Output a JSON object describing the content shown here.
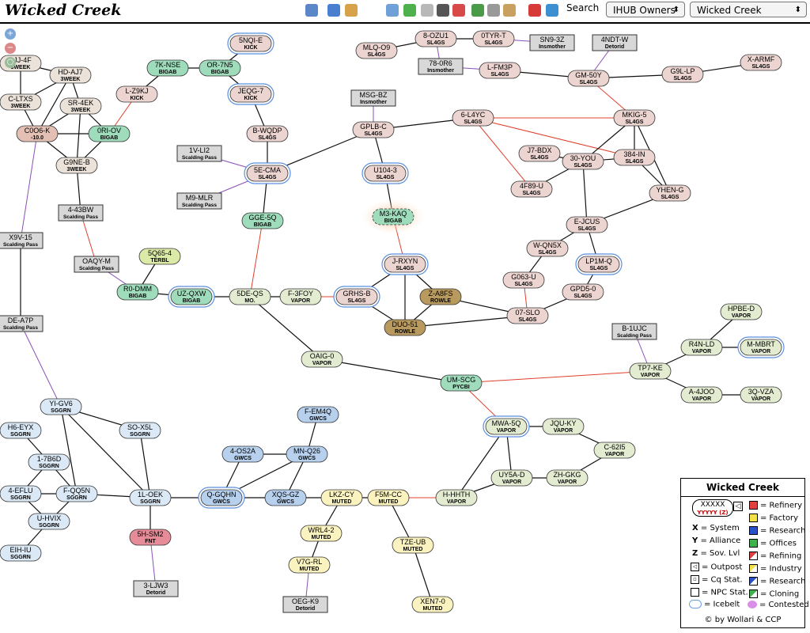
{
  "header": {
    "title": "Wicked Creek",
    "search_label": "Search",
    "owner_select": "IHUB Owners",
    "region_select": "Wicked Creek"
  },
  "toolbar_icons": [
    "map-icon",
    "back-arrow-icon",
    "calendar-icon",
    "grid-icon",
    "globe-icon",
    "globe-gray-icon",
    "globe-dark-icon",
    "location-pin-icon",
    "route-icon",
    "cube-icon",
    "truck-icon",
    "pdf-icon",
    "image-icon"
  ],
  "class_colors": {
    "SL4GS": "#ecd4d1",
    "VAPOR": "#e3ecd1",
    "SGGRN": "#dbe8f6",
    "GWCS": "#b6d0ee",
    "MUTED": "#fbf3bf",
    "BIGAB": "#9fdcbc",
    "WEEK": "#ebe3da",
    "ROWLE": "#b89a5e",
    "TERBL": "#dbeaa6",
    "FNT": "#e58c98",
    "ROUTE": "#e4c0b4",
    "STATION": "#d8d8d8"
  },
  "systems": [
    {
      "id": "3JJ-4F",
      "c": "3WEEK",
      "k": "WEEK"
    },
    {
      "id": "HD-AJ7",
      "c": "3WEEK",
      "k": "WEEK"
    },
    {
      "id": "C-LTXS",
      "c": "3WEEK",
      "k": "WEEK"
    },
    {
      "id": "SR-4EK",
      "c": "3WEEK",
      "k": "WEEK"
    },
    {
      "id": "C0O6-K",
      "c": "-10.0",
      "k": "ROUTE"
    },
    {
      "id": "0RI-OV",
      "c": "BIGAB",
      "k": "BIGAB"
    },
    {
      "id": "G9NE-B",
      "c": "3WEEK",
      "k": "WEEK"
    },
    {
      "id": "7K-NSE",
      "c": "BIGAB",
      "k": "BIGAB"
    },
    {
      "id": "OR-7N5",
      "c": "BIGAB",
      "k": "BIGAB"
    },
    {
      "id": "5NQI-E",
      "c": "KICK",
      "k": "SL4GS",
      "ice": true
    },
    {
      "id": "L-Z9KJ",
      "c": "KICK",
      "k": "SL4GS"
    },
    {
      "id": "JEQG-7",
      "c": "KICK",
      "k": "SL4GS",
      "ice": true
    },
    {
      "id": "B-WQDP",
      "c": "SL4GS",
      "k": "SL4GS"
    },
    {
      "id": "1V-LI2",
      "c": "Scalding Pass",
      "k": "STATION"
    },
    {
      "id": "5E-CMA",
      "c": "SL4GS",
      "k": "SL4GS",
      "ice": true
    },
    {
      "id": "M9-MLR",
      "c": "Scalding Pass",
      "k": "STATION"
    },
    {
      "id": "GGE-5Q",
      "c": "BIGAB",
      "k": "BIGAB"
    },
    {
      "id": "4-43BW",
      "c": "Scalding Pass",
      "k": "STATION"
    },
    {
      "id": "X9V-15",
      "c": "Scalding Pass",
      "k": "STATION"
    },
    {
      "id": "OAQY-M",
      "c": "Scalding Pass",
      "k": "STATION"
    },
    {
      "id": "5Q65-4",
      "c": "TERBL",
      "k": "TERBL"
    },
    {
      "id": "R0-DMM",
      "c": "BIGAB",
      "k": "BIGAB"
    },
    {
      "id": "UZ-QXW",
      "c": "BIGAB",
      "k": "BIGAB",
      "ice": true
    },
    {
      "id": "5DE-QS",
      "c": "MO.",
      "k": "VAPOR"
    },
    {
      "id": "F-3FOY",
      "c": "VAPOR",
      "k": "VAPOR"
    },
    {
      "id": "DE-A7P",
      "c": "Scalding Pass",
      "k": "STATION"
    },
    {
      "id": "8-OZU1",
      "c": "SL4GS",
      "k": "SL4GS"
    },
    {
      "id": "0TYR-T",
      "c": "SL4GS",
      "k": "SL4GS"
    },
    {
      "id": "SN9-3Z",
      "c": "Insmother",
      "k": "STATION"
    },
    {
      "id": "MLQ-O9",
      "c": "SL4GS",
      "k": "SL4GS"
    },
    {
      "id": "78-0R6",
      "c": "Insmother",
      "k": "STATION"
    },
    {
      "id": "L-FM3P",
      "c": "SL4GS",
      "k": "SL4GS"
    },
    {
      "id": "4NDT-W",
      "c": "Detorid",
      "k": "STATION"
    },
    {
      "id": "X-ARMF",
      "c": "SL4GS",
      "k": "SL4GS"
    },
    {
      "id": "GM-50Y",
      "c": "SL4GS",
      "k": "SL4GS"
    },
    {
      "id": "G9L-LP",
      "c": "SL4GS",
      "k": "SL4GS"
    },
    {
      "id": "MSG-BZ",
      "c": "Insmother",
      "k": "STATION"
    },
    {
      "id": "GPLB-C",
      "c": "SL4GS",
      "k": "SL4GS"
    },
    {
      "id": "6-L4YC",
      "c": "SL4GS",
      "k": "SL4GS"
    },
    {
      "id": "MKIG-5",
      "c": "SL4GS",
      "k": "SL4GS"
    },
    {
      "id": "U104-3",
      "c": "SL4GS",
      "k": "SL4GS",
      "ice": true
    },
    {
      "id": "J7-BDX",
      "c": "SL4GS",
      "k": "SL4GS"
    },
    {
      "id": "30-YOU",
      "c": "SL4GS",
      "k": "SL4GS"
    },
    {
      "id": "384-IN",
      "c": "SL4GS",
      "k": "SL4GS"
    },
    {
      "id": "4F89-U",
      "c": "SL4GS",
      "k": "SL4GS"
    },
    {
      "id": "YHEN-G",
      "c": "SL4GS",
      "k": "SL4GS"
    },
    {
      "id": "M3-KAQ",
      "c": "BIGAB",
      "k": "BIGAB",
      "glow": true
    },
    {
      "id": "E-JCUS",
      "c": "SL4GS",
      "k": "SL4GS"
    },
    {
      "id": "W-QN5X",
      "c": "SL4GS",
      "k": "SL4GS"
    },
    {
      "id": "J-RXYN",
      "c": "SL4GS",
      "k": "SL4GS",
      "ice": true
    },
    {
      "id": "LP1M-Q",
      "c": "SL4GS",
      "k": "SL4GS",
      "ice": true
    },
    {
      "id": "G063-U",
      "c": "SL4GS",
      "k": "SL4GS"
    },
    {
      "id": "GRHS-B",
      "c": "SL4GS",
      "k": "SL4GS",
      "ice": true
    },
    {
      "id": "Z-A8FS",
      "c": "ROWLE",
      "k": "ROWLE"
    },
    {
      "id": "GPD5-0",
      "c": "SL4GS",
      "k": "SL4GS"
    },
    {
      "id": "07-SLO",
      "c": "SL4GS",
      "k": "SL4GS"
    },
    {
      "id": "DUO-51",
      "c": "ROWLE",
      "k": "ROWLE"
    },
    {
      "id": "HPBE-D",
      "c": "VAPOR",
      "k": "VAPOR"
    },
    {
      "id": "B-1UJC",
      "c": "Scalding Pass",
      "k": "STATION"
    },
    {
      "id": "R4N-LD",
      "c": "VAPOR",
      "k": "VAPOR"
    },
    {
      "id": "M-MBRT",
      "c": "VAPOR",
      "k": "VAPOR",
      "ice": true
    },
    {
      "id": "OAIG-0",
      "c": "VAPOR",
      "k": "VAPOR"
    },
    {
      "id": "TP7-KE",
      "c": "VAPOR",
      "k": "VAPOR"
    },
    {
      "id": "UM-SCG",
      "c": "PYCBI",
      "k": "BIGAB"
    },
    {
      "id": "A-4JOO",
      "c": "VAPOR",
      "k": "VAPOR"
    },
    {
      "id": "3Q-VZA",
      "c": "VAPOR",
      "k": "VAPOR"
    },
    {
      "id": "YI-GV6",
      "c": "SGGRN",
      "k": "SGGRN"
    },
    {
      "id": "F-EM4Q",
      "c": "GWCS",
      "k": "GWCS"
    },
    {
      "id": "H6-EYX",
      "c": "SGGRN",
      "k": "SGGRN"
    },
    {
      "id": "SO-X5L",
      "c": "SGGRN",
      "k": "SGGRN"
    },
    {
      "id": "MWA-5Q",
      "c": "VAPOR",
      "k": "VAPOR",
      "ice": true
    },
    {
      "id": "JQU-KY",
      "c": "VAPOR",
      "k": "VAPOR"
    },
    {
      "id": "4-OS2A",
      "c": "GWCS",
      "k": "GWCS"
    },
    {
      "id": "MN-Q26",
      "c": "GWCS",
      "k": "GWCS"
    },
    {
      "id": "1-7B6D",
      "c": "SGGRN",
      "k": "SGGRN"
    },
    {
      "id": "C-62I5",
      "c": "VAPOR",
      "k": "VAPOR"
    },
    {
      "id": "UY5A-D",
      "c": "VAPOR",
      "k": "VAPOR"
    },
    {
      "id": "ZH-GKG",
      "c": "VAPOR",
      "k": "VAPOR"
    },
    {
      "id": "4-EFLU",
      "c": "SGGRN",
      "k": "SGGRN"
    },
    {
      "id": "F-QQ5N",
      "c": "SGGRN",
      "k": "SGGRN"
    },
    {
      "id": "1L-OEK",
      "c": "SGGRN",
      "k": "SGGRN"
    },
    {
      "id": "Q-GQHN",
      "c": "GWCS",
      "k": "GWCS",
      "ice": true
    },
    {
      "id": "XQS-GZ",
      "c": "GWCS",
      "k": "GWCS"
    },
    {
      "id": "LKZ-CY",
      "c": "MUTED",
      "k": "MUTED"
    },
    {
      "id": "F5M-CC",
      "c": "MUTED",
      "k": "MUTED"
    },
    {
      "id": "H-HHTH",
      "c": "VAPOR",
      "k": "VAPOR"
    },
    {
      "id": "U-HVIX",
      "c": "SGGRN",
      "k": "SGGRN"
    },
    {
      "id": "5H-SM2",
      "c": "FNT",
      "k": "FNT"
    },
    {
      "id": "WRL4-2",
      "c": "MUTED",
      "k": "MUTED"
    },
    {
      "id": "TZE-UB",
      "c": "MUTED",
      "k": "MUTED"
    },
    {
      "id": "EIH-IU",
      "c": "SGGRN",
      "k": "SGGRN"
    },
    {
      "id": "V7G-RL",
      "c": "MUTED",
      "k": "MUTED"
    },
    {
      "id": "3-LJW3",
      "c": "Detorid",
      "k": "STATION"
    },
    {
      "id": "OEG-K9",
      "c": "Detorid",
      "k": "STATION"
    },
    {
      "id": "XEN7-0",
      "c": "MUTED",
      "k": "MUTED"
    }
  ],
  "jumps": [
    [
      "3JJ-4F",
      "HD-AJ7",
      "b"
    ],
    [
      "3JJ-4F",
      "C-LTXS",
      "b"
    ],
    [
      "HD-AJ7",
      "C-LTXS",
      "b"
    ],
    [
      "HD-AJ7",
      "SR-4EK",
      "b"
    ],
    [
      "HD-AJ7",
      "C0O6-K",
      "b"
    ],
    [
      "C-LTXS",
      "C0O6-K",
      "b"
    ],
    [
      "SR-4EK",
      "0RI-OV",
      "b"
    ],
    [
      "SR-4EK",
      "G9NE-B",
      "b"
    ],
    [
      "SR-4EK",
      "C0O6-K",
      "b"
    ],
    [
      "C0O6-K",
      "0RI-OV",
      "b"
    ],
    [
      "C0O6-K",
      "G9NE-B",
      "b"
    ],
    [
      "0RI-OV",
      "G9NE-B",
      "b"
    ],
    [
      "G9NE-B",
      "4-43BW",
      "b"
    ],
    [
      "C0O6-K",
      "X9V-15",
      "p"
    ],
    [
      "X9V-15",
      "DE-A7P",
      "b"
    ],
    [
      "4-43BW",
      "OAQY-M",
      "r"
    ],
    [
      "OAQY-M",
      "R0-DMM",
      "p"
    ],
    [
      "5Q65-4",
      "R0-DMM",
      "b"
    ],
    [
      "R0-DMM",
      "UZ-QXW",
      "b"
    ],
    [
      "UZ-QXW",
      "5DE-QS",
      "b"
    ],
    [
      "5DE-QS",
      "F-3FOY",
      "b"
    ],
    [
      "F-3FOY",
      "GRHS-B",
      "r"
    ],
    [
      "5DE-QS",
      "GGE-5Q",
      "r"
    ],
    [
      "5DE-QS",
      "OAIG-0",
      "b"
    ],
    [
      "L-Z9KJ",
      "0RI-OV",
      "r"
    ],
    [
      "L-Z9KJ",
      "7K-NSE",
      "b"
    ],
    [
      "7K-NSE",
      "OR-7N5",
      "b"
    ],
    [
      "OR-7N5",
      "5NQI-E",
      "b"
    ],
    [
      "OR-7N5",
      "JEQG-7",
      "b"
    ],
    [
      "JEQG-7",
      "B-WQDP",
      "b"
    ],
    [
      "B-WQDP",
      "5E-CMA",
      "b"
    ],
    [
      "1V-LI2",
      "5E-CMA",
      "p"
    ],
    [
      "M9-MLR",
      "5E-CMA",
      "p"
    ],
    [
      "5E-CMA",
      "GGE-5Q",
      "b"
    ],
    [
      "5E-CMA",
      "GPLB-C",
      "b"
    ],
    [
      "8-OZU1",
      "0TYR-T",
      "b"
    ],
    [
      "0TYR-T",
      "SN9-3Z",
      "p"
    ],
    [
      "8-OZU1",
      "MLQ-O9",
      "b"
    ],
    [
      "8-OZU1",
      "78-0R6",
      "p"
    ],
    [
      "78-0R6",
      "L-FM3P",
      "p"
    ],
    [
      "L-FM3P",
      "GM-50Y",
      "b"
    ],
    [
      "4NDT-W",
      "GM-50Y",
      "p"
    ],
    [
      "GM-50Y",
      "G9L-LP",
      "b"
    ],
    [
      "G9L-LP",
      "X-ARMF",
      "b"
    ],
    [
      "GM-50Y",
      "MKIG-5",
      "r"
    ],
    [
      "MSG-BZ",
      "GPLB-C",
      "p"
    ],
    [
      "GPLB-C",
      "6-L4YC",
      "b"
    ],
    [
      "GPLB-C",
      "U104-3",
      "b"
    ],
    [
      "U104-3",
      "M3-KAQ",
      "b"
    ],
    [
      "M3-KAQ",
      "J-RXYN",
      "r"
    ],
    [
      "6-L4YC",
      "MKIG-5",
      "r"
    ],
    [
      "6-L4YC",
      "384-IN",
      "r"
    ],
    [
      "6-L4YC",
      "4F89-U",
      "r"
    ],
    [
      "MKIG-5",
      "384-IN",
      "b"
    ],
    [
      "MKIG-5",
      "YHEN-G",
      "b"
    ],
    [
      "MKIG-5",
      "30-YOU",
      "b"
    ],
    [
      "J7-BDX",
      "30-YOU",
      "b"
    ],
    [
      "30-YOU",
      "384-IN",
      "b"
    ],
    [
      "30-YOU",
      "4F89-U",
      "b"
    ],
    [
      "30-YOU",
      "E-JCUS",
      "b"
    ],
    [
      "384-IN",
      "YHEN-G",
      "b"
    ],
    [
      "YHEN-G",
      "E-JCUS",
      "b"
    ],
    [
      "E-JCUS",
      "W-QN5X",
      "b"
    ],
    [
      "E-JCUS",
      "LP1M-Q",
      "b"
    ],
    [
      "W-QN5X",
      "G063-U",
      "b"
    ],
    [
      "G063-U",
      "07-SLO",
      "r"
    ],
    [
      "LP1M-Q",
      "GPD5-0",
      "b"
    ],
    [
      "GPD5-0",
      "07-SLO",
      "b"
    ],
    [
      "J-RXYN",
      "GRHS-B",
      "b"
    ],
    [
      "J-RXYN",
      "Z-A8FS",
      "b"
    ],
    [
      "J-RXYN",
      "DUO-51",
      "b"
    ],
    [
      "GRHS-B",
      "DUO-51",
      "b"
    ],
    [
      "Z-A8FS",
      "DUO-51",
      "b"
    ],
    [
      "Z-A8FS",
      "07-SLO",
      "b"
    ],
    [
      "DUO-51",
      "07-SLO",
      "b"
    ],
    [
      "OAIG-0",
      "UM-SCG",
      "b"
    ],
    [
      "UM-SCG",
      "TP7-KE",
      "r"
    ],
    [
      "UM-SCG",
      "MWA-5Q",
      "r"
    ],
    [
      "B-1UJC",
      "TP7-KE",
      "p"
    ],
    [
      "TP7-KE",
      "R4N-LD",
      "b"
    ],
    [
      "TP7-KE",
      "A-4JOO",
      "b"
    ],
    [
      "R4N-LD",
      "HPBE-D",
      "b"
    ],
    [
      "R4N-LD",
      "M-MBRT",
      "b"
    ],
    [
      "A-4JOO",
      "3Q-VZA",
      "b"
    ],
    [
      "DE-A7P",
      "YI-GV6",
      "p"
    ],
    [
      "YI-GV6",
      "SO-X5L",
      "b"
    ],
    [
      "YI-GV6",
      "1L-OEK",
      "b"
    ],
    [
      "YI-GV6",
      "F-QQ5N",
      "b"
    ],
    [
      "SO-X5L",
      "1L-OEK",
      "b"
    ],
    [
      "H6-EYX",
      "1-7B6D",
      "b"
    ],
    [
      "1-7B6D",
      "4-EFLU",
      "b"
    ],
    [
      "1-7B6D",
      "F-QQ5N",
      "b"
    ],
    [
      "4-EFLU",
      "F-QQ5N",
      "b"
    ],
    [
      "4-EFLU",
      "U-HVIX",
      "b"
    ],
    [
      "F-QQ5N",
      "U-HVIX",
      "b"
    ],
    [
      "U-HVIX",
      "EIH-IU",
      "b"
    ],
    [
      "F-QQ5N",
      "1L-OEK",
      "b"
    ],
    [
      "1L-OEK",
      "Q-GQHN",
      "b"
    ],
    [
      "1L-OEK",
      "5H-SM2",
      "b"
    ],
    [
      "5H-SM2",
      "3-LJW3",
      "p"
    ],
    [
      "Q-GQHN",
      "4-OS2A",
      "b"
    ],
    [
      "4-OS2A",
      "MN-Q26",
      "b"
    ],
    [
      "F-EM4Q",
      "MN-Q26",
      "b"
    ],
    [
      "MN-Q26",
      "Q-GQHN",
      "b"
    ],
    [
      "MN-Q26",
      "XQS-GZ",
      "b"
    ],
    [
      "Q-GQHN",
      "XQS-GZ",
      "b"
    ],
    [
      "XQS-GZ",
      "LKZ-CY",
      "b"
    ],
    [
      "LKZ-CY",
      "F5M-CC",
      "b"
    ],
    [
      "LKZ-CY",
      "WRL4-2",
      "b"
    ],
    [
      "WRL4-2",
      "V7G-RL",
      "b"
    ],
    [
      "V7G-RL",
      "OEG-K9",
      "p"
    ],
    [
      "F5M-CC",
      "TZE-UB",
      "b"
    ],
    [
      "TZE-UB",
      "XEN7-0",
      "b"
    ],
    [
      "F5M-CC",
      "H-HHTH",
      "r"
    ],
    [
      "H-HHTH",
      "MWA-5Q",
      "b"
    ],
    [
      "H-HHTH",
      "UY5A-D",
      "b"
    ],
    [
      "MWA-5Q",
      "JQU-KY",
      "b"
    ],
    [
      "MWA-5Q",
      "UY5A-D",
      "b"
    ],
    [
      "UY5A-D",
      "ZH-GKG",
      "b"
    ],
    [
      "JQU-KY",
      "C-62I5",
      "b"
    ],
    [
      "C-62I5",
      "ZH-GKG",
      "b"
    ]
  ],
  "legend": {
    "title": "Wicked Creek",
    "sample_system": "XXXXX",
    "sample_sub": "YYYYY (Z)",
    "x_label": "X",
    "x_text": "= System",
    "y_label": "Y",
    "y_text": "= Alliance",
    "z_label": "Z",
    "z_text": "= Sov. Lvl",
    "outpost": "= Outpost",
    "cq": "= Cq Stat.",
    "npc": "= NPC Stat.",
    "icebelt": "= Icebelt",
    "refinery": "= Refinery",
    "factory": "= Factory",
    "research1": "= Research",
    "offices": "= Offices",
    "refining": "= Refining",
    "industry": "= Industry",
    "research2": "= Research",
    "cloning": "= Cloning",
    "contested": "= Contested",
    "credit": "© by Wollari & CCP"
  }
}
